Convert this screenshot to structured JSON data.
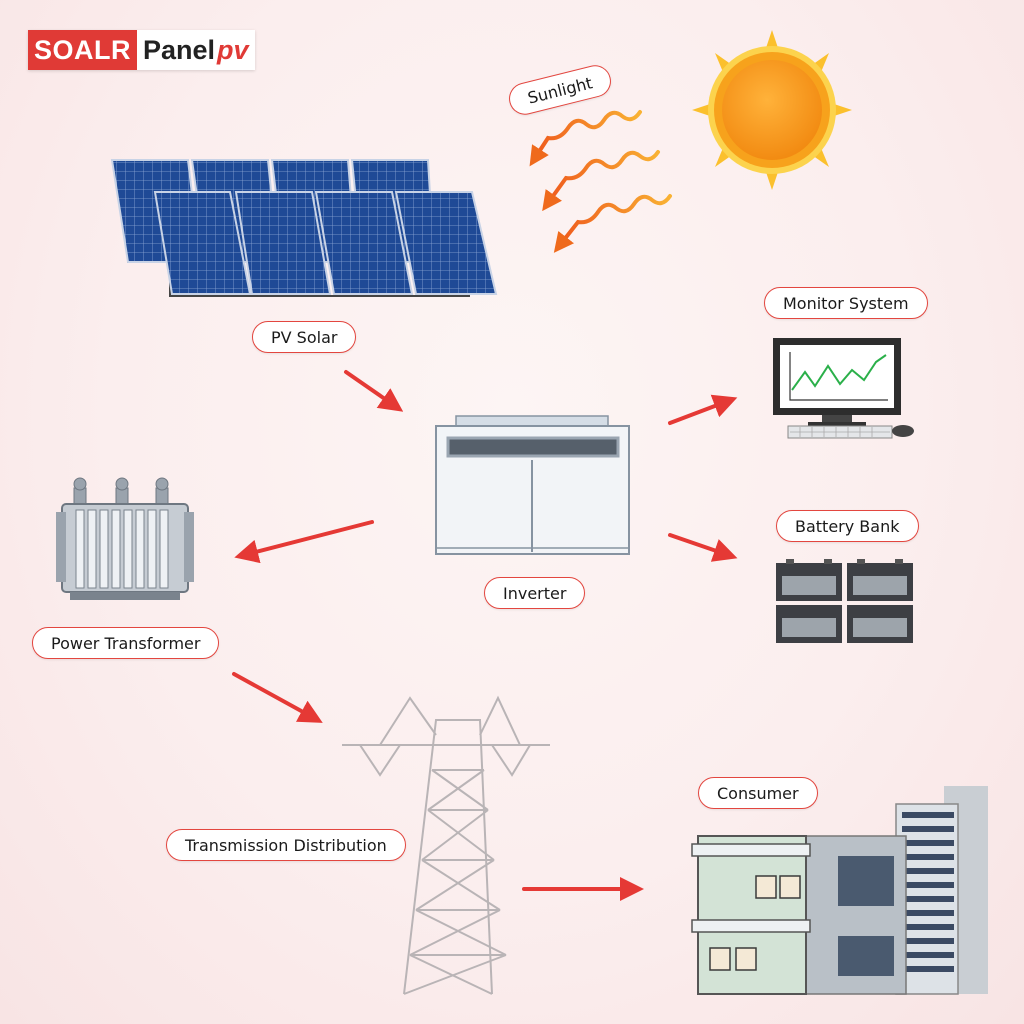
{
  "logo": {
    "part1": "SOALR",
    "part2": "Panel",
    "part3": "pv"
  },
  "labels": {
    "sunlight": "Sunlight",
    "pv_solar": "PV Solar",
    "monitor": "Monitor System",
    "inverter": "Inverter",
    "battery": "Battery Bank",
    "transformer": "Power Transformer",
    "transmission": "Transmission Distribution",
    "consumer": "Consumer"
  },
  "colors": {
    "accent": "#e03a36",
    "arrow": "#e53935",
    "sun": "#f7a21c"
  }
}
